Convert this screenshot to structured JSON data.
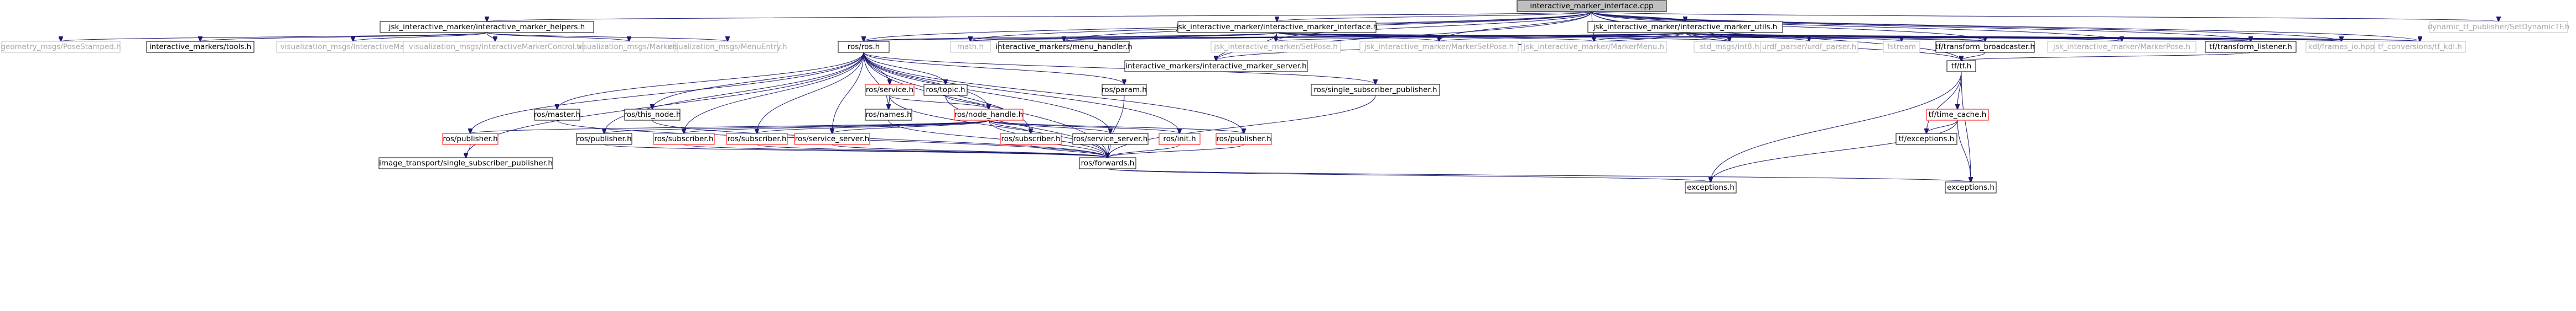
{
  "graph": {
    "title": "interactive_marker_interface.cpp",
    "edge_color": "#191970",
    "nodes": [
      {
        "id": "root",
        "label": "interactive_marker_interface.cpp",
        "style": "root"
      },
      {
        "id": "jsk_helpers",
        "label": "jsk_interactive_marker/interactive_marker_helpers.h",
        "style": "normal"
      },
      {
        "id": "jsk_iface_h",
        "label": "jsk_interactive_marker/interactive_marker_interface.h",
        "style": "normal"
      },
      {
        "id": "jsk_utils",
        "label": "jsk_interactive_marker/interactive_marker_utils.h",
        "style": "normal"
      },
      {
        "id": "dyn_tf",
        "label": "dynamic_tf_publisher/SetDynamicTF.h",
        "style": "grey"
      },
      {
        "id": "geo_pose",
        "label": "geometry_msgs/PoseStamped.h",
        "style": "grey"
      },
      {
        "id": "im_tools",
        "label": "interactive_markers/tools.h",
        "style": "normal"
      },
      {
        "id": "vis_im",
        "label": "visualization_msgs/InteractiveMarker.h",
        "style": "grey"
      },
      {
        "id": "vis_imc",
        "label": "visualization_msgs/InteractiveMarkerControl.h",
        "style": "grey"
      },
      {
        "id": "vis_marker",
        "label": "visualization_msgs/Marker.h",
        "style": "grey"
      },
      {
        "id": "vis_menu",
        "label": "visualization_msgs/MenuEntry.h",
        "style": "grey"
      },
      {
        "id": "ros_h",
        "label": "ros/ros.h",
        "style": "normal"
      },
      {
        "id": "math_h",
        "label": "math.h",
        "style": "grey"
      },
      {
        "id": "menu_handler",
        "label": "interactive_markers/menu_handler.h",
        "style": "normal"
      },
      {
        "id": "jsk_setpose",
        "label": "jsk_interactive_marker/SetPose.h",
        "style": "grey"
      },
      {
        "id": "jsk_marker_setpose",
        "label": "jsk_interactive_marker/MarkerSetPose.h",
        "style": "grey"
      },
      {
        "id": "jsk_markermenu",
        "label": "jsk_interactive_marker/MarkerMenu.h",
        "style": "grey"
      },
      {
        "id": "std_int8",
        "label": "std_msgs/Int8.h",
        "style": "grey"
      },
      {
        "id": "urdf_parser",
        "label": "urdf_parser/urdf_parser.h",
        "style": "grey"
      },
      {
        "id": "fstream",
        "label": "fstream",
        "style": "grey"
      },
      {
        "id": "tf_broadcaster",
        "label": "tf/transform_broadcaster.h",
        "style": "normal"
      },
      {
        "id": "jsk_markerpose",
        "label": "jsk_interactive_marker/MarkerPose.h",
        "style": "grey"
      },
      {
        "id": "tf_listener",
        "label": "tf/transform_listener.h",
        "style": "normal"
      },
      {
        "id": "kdl_frames",
        "label": "kdl/frames_io.hpp",
        "style": "grey"
      },
      {
        "id": "tf_kdl",
        "label": "tf_conversions/tf_kdl.h",
        "style": "grey"
      },
      {
        "id": "im_server",
        "label": "interactive_markers/interactive_marker_server.h",
        "style": "normal"
      },
      {
        "id": "tf_h",
        "label": "tf/tf.h",
        "style": "normal"
      },
      {
        "id": "ros_service",
        "label": "ros/service.h",
        "style": "red"
      },
      {
        "id": "ros_topic",
        "label": "ros/topic.h",
        "style": "normal"
      },
      {
        "id": "ros_param",
        "label": "ros/param.h",
        "style": "normal"
      },
      {
        "id": "single_sub_pub",
        "label": "ros/single_subscriber_publisher.h",
        "style": "normal"
      },
      {
        "id": "ros_master",
        "label": "ros/master.h",
        "style": "normal"
      },
      {
        "id": "ros_this_node",
        "label": "ros/this_node.h",
        "style": "normal"
      },
      {
        "id": "ros_names",
        "label": "ros/names.h",
        "style": "normal"
      },
      {
        "id": "ros_node_handle",
        "label": "ros/node_handle.h",
        "style": "red"
      },
      {
        "id": "tf_time_cache",
        "label": "tf/time_cache.h",
        "style": "red"
      },
      {
        "id": "pub_red_left",
        "label": "ros/publisher.h",
        "style": "red"
      },
      {
        "id": "pub_black",
        "label": "ros/publisher.h",
        "style": "normal"
      },
      {
        "id": "sub_red_1",
        "label": "ros/subscriber.h",
        "style": "red"
      },
      {
        "id": "sub_red_2",
        "label": "ros/subscriber.h",
        "style": "red"
      },
      {
        "id": "srv_server_red",
        "label": "ros/service_server.h",
        "style": "red"
      },
      {
        "id": "sub_red_3",
        "label": "ros/subscriber.h",
        "style": "red"
      },
      {
        "id": "srv_server",
        "label": "ros/service_server.h",
        "style": "normal"
      },
      {
        "id": "ros_init",
        "label": "ros/init.h",
        "style": "red"
      },
      {
        "id": "pub_red_right",
        "label": "ros/publisher.h",
        "style": "red"
      },
      {
        "id": "tf_exceptions",
        "label": "tf/exceptions.h",
        "style": "normal"
      },
      {
        "id": "img_transport",
        "label": "image_transport/single_subscriber_publisher.h",
        "style": "normal"
      },
      {
        "id": "ros_forwards",
        "label": "ros/forwards.h",
        "style": "normal"
      },
      {
        "id": "exceptions_1",
        "label": "exceptions.h",
        "style": "normal"
      },
      {
        "id": "exceptions_2",
        "label": "exceptions.h",
        "style": "normal"
      }
    ],
    "edges": [
      [
        "root",
        "jsk_helpers"
      ],
      [
        "root",
        "jsk_iface_h"
      ],
      [
        "root",
        "jsk_utils"
      ],
      [
        "root",
        "dyn_tf"
      ],
      [
        "root",
        "ros_h"
      ],
      [
        "root",
        "math_h"
      ],
      [
        "root",
        "menu_handler"
      ],
      [
        "root",
        "jsk_setpose"
      ],
      [
        "root",
        "jsk_marker_setpose"
      ],
      [
        "root",
        "jsk_markermenu"
      ],
      [
        "root",
        "std_int8"
      ],
      [
        "root",
        "tf_broadcaster"
      ],
      [
        "root",
        "jsk_markerpose"
      ],
      [
        "root",
        "tf_listener"
      ],
      [
        "root",
        "kdl_frames"
      ],
      [
        "root",
        "tf_kdl"
      ],
      [
        "root",
        "tf_h"
      ],
      [
        "root",
        "im_server"
      ],
      [
        "jsk_helpers",
        "geo_pose"
      ],
      [
        "jsk_helpers",
        "im_tools"
      ],
      [
        "jsk_helpers",
        "vis_im"
      ],
      [
        "jsk_helpers",
        "vis_imc"
      ],
      [
        "jsk_helpers",
        "vis_marker"
      ],
      [
        "jsk_helpers",
        "vis_menu"
      ],
      [
        "jsk_iface_h",
        "ros_h"
      ],
      [
        "jsk_iface_h",
        "math_h"
      ],
      [
        "jsk_iface_h",
        "menu_handler"
      ],
      [
        "jsk_iface_h",
        "jsk_setpose"
      ],
      [
        "jsk_iface_h",
        "jsk_marker_setpose"
      ],
      [
        "jsk_iface_h",
        "jsk_markermenu"
      ],
      [
        "jsk_iface_h",
        "im_server"
      ],
      [
        "jsk_iface_h",
        "std_int8"
      ],
      [
        "jsk_iface_h",
        "tf_broadcaster"
      ],
      [
        "jsk_iface_h",
        "tf_listener"
      ],
      [
        "jsk_iface_h",
        "tf_kdl"
      ],
      [
        "jsk_iface_h",
        "kdl_frames"
      ],
      [
        "jsk_utils",
        "ros_h"
      ],
      [
        "jsk_utils",
        "math_h"
      ],
      [
        "jsk_utils",
        "menu_handler"
      ],
      [
        "jsk_utils",
        "jsk_setpose"
      ],
      [
        "jsk_utils",
        "jsk_marker_setpose"
      ],
      [
        "jsk_utils",
        "jsk_markermenu"
      ],
      [
        "jsk_utils",
        "std_int8"
      ],
      [
        "jsk_utils",
        "urdf_parser"
      ],
      [
        "jsk_utils",
        "fstream"
      ],
      [
        "jsk_utils",
        "tf_broadcaster"
      ],
      [
        "jsk_utils",
        "jsk_markerpose"
      ],
      [
        "jsk_utils",
        "tf_listener"
      ],
      [
        "jsk_utils",
        "kdl_frames"
      ],
      [
        "jsk_utils",
        "tf_kdl"
      ],
      [
        "jsk_utils",
        "tf_h"
      ],
      [
        "jsk_utils",
        "im_server"
      ],
      [
        "tf_broadcaster",
        "tf_h"
      ],
      [
        "tf_listener",
        "tf_h"
      ],
      [
        "ros_h",
        "ros_service"
      ],
      [
        "ros_h",
        "ros_topic"
      ],
      [
        "ros_h",
        "ros_param"
      ],
      [
        "ros_h",
        "single_sub_pub"
      ],
      [
        "ros_h",
        "ros_master"
      ],
      [
        "ros_h",
        "ros_this_node"
      ],
      [
        "ros_h",
        "ros_names"
      ],
      [
        "ros_h",
        "ros_node_handle"
      ],
      [
        "ros_h",
        "pub_red_left"
      ],
      [
        "ros_h",
        "pub_black"
      ],
      [
        "ros_h",
        "sub_red_1"
      ],
      [
        "ros_h",
        "sub_red_2"
      ],
      [
        "ros_h",
        "srv_server_red"
      ],
      [
        "ros_h",
        "sub_red_3"
      ],
      [
        "ros_h",
        "srv_server"
      ],
      [
        "ros_h",
        "ros_init"
      ],
      [
        "ros_h",
        "pub_red_right"
      ],
      [
        "ros_h",
        "ros_forwards"
      ],
      [
        "ros_h",
        "img_transport"
      ],
      [
        "ros_service",
        "ros_names"
      ],
      [
        "ros_service",
        "ros_node_handle"
      ],
      [
        "ros_service",
        "ros_forwards"
      ],
      [
        "ros_topic",
        "ros_node_handle"
      ],
      [
        "ros_topic",
        "ros_forwards"
      ],
      [
        "ros_param",
        "ros_forwards"
      ],
      [
        "single_sub_pub",
        "ros_forwards"
      ],
      [
        "ros_master",
        "ros_forwards"
      ],
      [
        "ros_this_node",
        "ros_forwards"
      ],
      [
        "ros_names",
        "ros_forwards"
      ],
      [
        "ros_node_handle",
        "pub_red_left"
      ],
      [
        "ros_node_handle",
        "pub_black"
      ],
      [
        "ros_node_handle",
        "sub_red_1"
      ],
      [
        "ros_node_handle",
        "sub_red_2"
      ],
      [
        "ros_node_handle",
        "srv_server_red"
      ],
      [
        "ros_node_handle",
        "sub_red_3"
      ],
      [
        "ros_node_handle",
        "srv_server"
      ],
      [
        "ros_node_handle",
        "ros_init"
      ],
      [
        "ros_node_handle",
        "pub_red_right"
      ],
      [
        "ros_node_handle",
        "ros_forwards"
      ],
      [
        "pub_red_left",
        "img_transport"
      ],
      [
        "pub_black",
        "ros_forwards"
      ],
      [
        "sub_red_1",
        "ros_forwards"
      ],
      [
        "sub_red_2",
        "ros_forwards"
      ],
      [
        "srv_server_red",
        "ros_forwards"
      ],
      [
        "sub_red_3",
        "ros_forwards"
      ],
      [
        "srv_server",
        "ros_forwards"
      ],
      [
        "ros_init",
        "ros_forwards"
      ],
      [
        "pub_red_right",
        "ros_forwards"
      ],
      [
        "ros_forwards",
        "exceptions_1"
      ],
      [
        "ros_forwards",
        "exceptions_2"
      ],
      [
        "tf_h",
        "tf_time_cache"
      ],
      [
        "tf_h",
        "tf_exceptions"
      ],
      [
        "tf_h",
        "exceptions_1"
      ],
      [
        "tf_h",
        "exceptions_2"
      ],
      [
        "tf_time_cache",
        "tf_exceptions"
      ],
      [
        "tf_time_cache",
        "exceptions_1"
      ],
      [
        "tf_time_cache",
        "exceptions_2"
      ]
    ]
  }
}
